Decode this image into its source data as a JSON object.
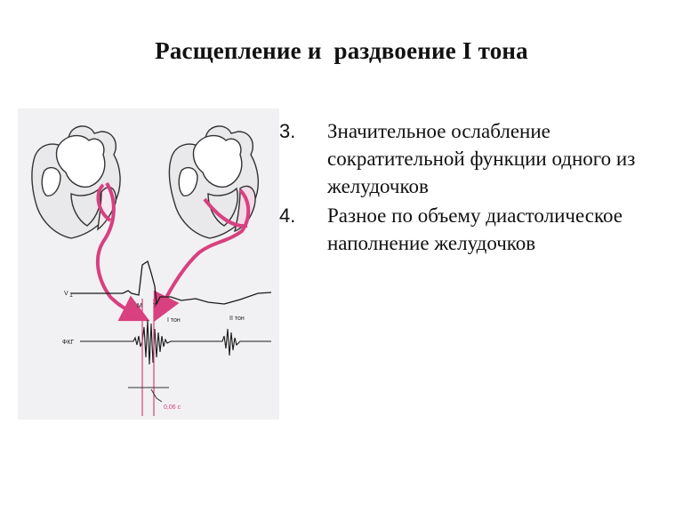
{
  "slide": {
    "title": "Расщепление и  раздвоение I тона"
  },
  "figure": {
    "labels": {
      "v1": "V",
      "v1_sub": "1",
      "pcg": "ФКГ",
      "m": "М",
      "t": "Т",
      "first_sound": "I тон",
      "second_sound": "II тон",
      "interval": "0,06 с"
    },
    "colors": {
      "arrow": "#d8407f",
      "background": "#f1f0f2",
      "line": "#1a1a1a"
    }
  },
  "list": {
    "items": [
      {
        "number": "3.",
        "text": "Значительное ослабление сократительной функции одного  из желудочков"
      },
      {
        "number": "4.",
        "text": "Разное по объему диастолическое наполнение желудочков"
      }
    ]
  }
}
